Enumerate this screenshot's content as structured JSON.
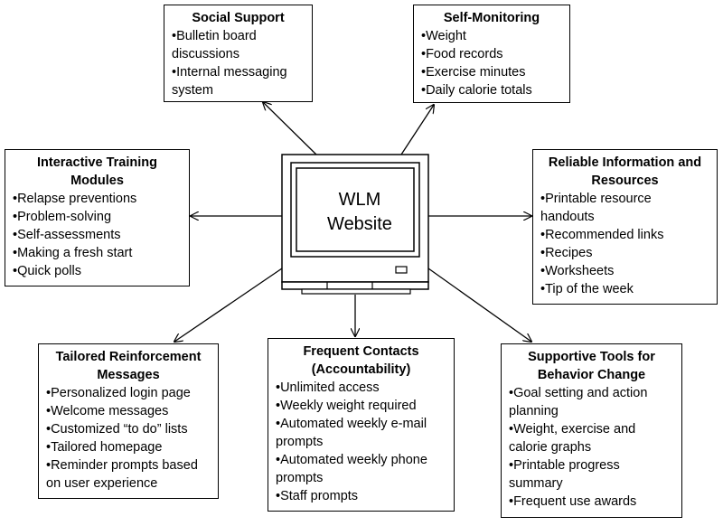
{
  "center": {
    "line1": "WLM",
    "line2": "Website"
  },
  "boxes": {
    "social_support": {
      "title": "Social Support",
      "items": [
        "Bulletin board discussions",
        "Internal messaging system"
      ]
    },
    "self_monitoring": {
      "title": "Self-Monitoring",
      "items": [
        "Weight",
        "Food records",
        "Exercise minutes",
        "Daily calorie totals"
      ]
    },
    "interactive_training": {
      "title": "Interactive Training Modules",
      "items": [
        "Relapse preventions",
        "Problem-solving",
        "Self-assessments",
        "Making a fresh start",
        "Quick polls"
      ]
    },
    "reliable_info": {
      "title": "Reliable Information and Resources",
      "items": [
        "Printable resource handouts",
        "Recommended links",
        "Recipes",
        "Worksheets",
        "Tip of the week"
      ]
    },
    "tailored_reinforcement": {
      "title": "Tailored Reinforcement Messages",
      "items": [
        "Personalized login page",
        "Welcome messages",
        "Customized “to do” lists",
        "Tailored homepage",
        "Reminder prompts based on user experience"
      ]
    },
    "frequent_contacts": {
      "title": "Frequent Contacts (Accountability)",
      "items": [
        "Unlimited access",
        "Weekly weight required",
        "Automated weekly e-mail prompts",
        "Automated weekly phone prompts",
        "Staff prompts"
      ]
    },
    "supportive_tools": {
      "title": "Supportive Tools for Behavior Change",
      "items": [
        "Goal setting and action planning",
        "Weight, exercise and calorie graphs",
        "Printable progress summary",
        "Frequent use awards"
      ]
    }
  }
}
